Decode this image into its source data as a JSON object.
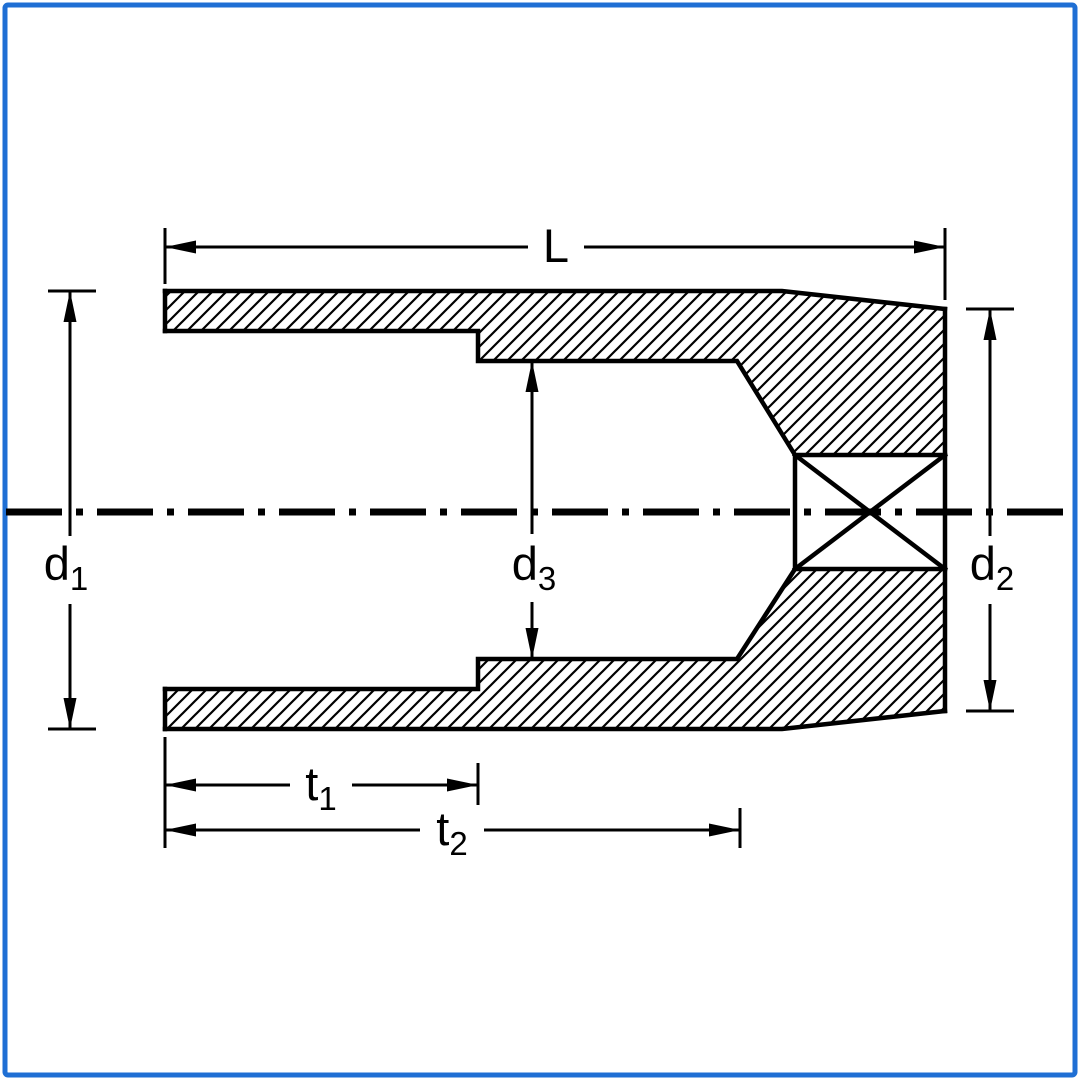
{
  "meta": {
    "background_color": "#FFFFFF",
    "line_color": "#000000",
    "border_color": "#1F6FD4"
  },
  "figure": {
    "kind": "technical cross-section drawing of a socket with dimension annotations",
    "labels": {
      "L": {
        "main": "L",
        "sub": ""
      },
      "d1": {
        "main": "d",
        "sub": "1"
      },
      "d2": {
        "main": "d",
        "sub": "2"
      },
      "d3": {
        "main": "d",
        "sub": "3"
      },
      "t1": {
        "main": "t",
        "sub": "1"
      },
      "t2": {
        "main": "t",
        "sub": "2"
      }
    }
  }
}
